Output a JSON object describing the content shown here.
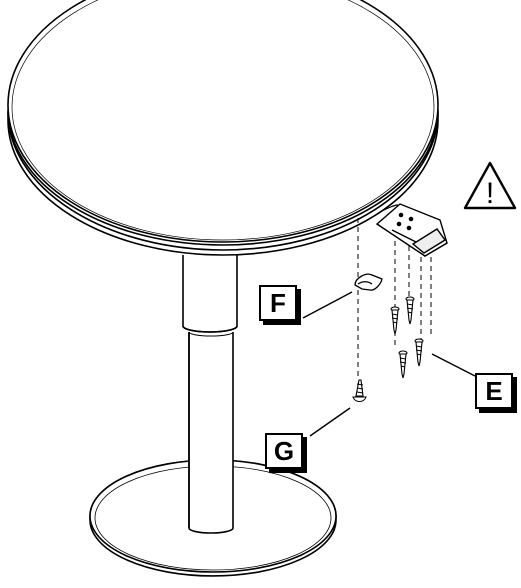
{
  "labels": {
    "f": "F",
    "g": "G",
    "e": "E"
  },
  "warning": {
    "icon": "warning-triangle-icon",
    "glyph": "!"
  },
  "colors": {
    "line": "#000000",
    "background": "#ffffff"
  }
}
